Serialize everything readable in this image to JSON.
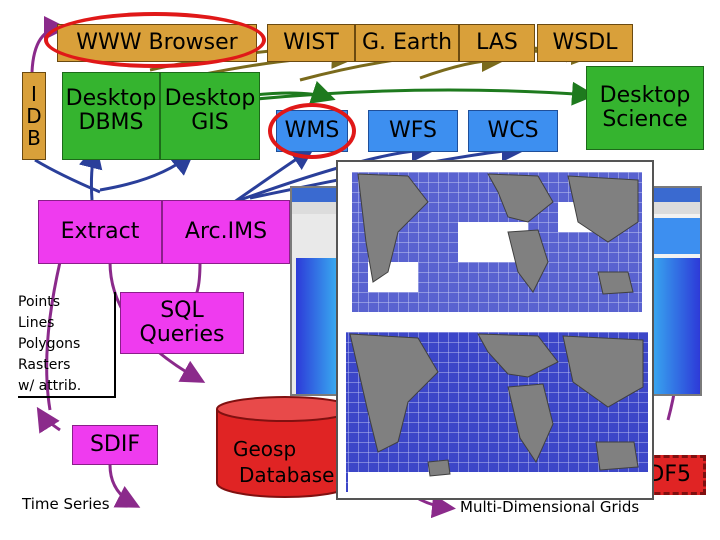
{
  "clients": {
    "www_browser": "WWW Browser",
    "wist": "WIST",
    "google_earth": "G. Earth",
    "las": "LAS",
    "wsdl": "WSDL"
  },
  "idb": {
    "line1": "I",
    "line2": "D",
    "line3": "B"
  },
  "desktop_dbms": {
    "line1": "Desktop",
    "line2": "DBMS"
  },
  "desktop_gis": {
    "line1": "Desktop",
    "line2": "GIS"
  },
  "services": {
    "wms": "WMS",
    "wfs": "WFS",
    "wcs": "WCS"
  },
  "desktop_science": {
    "line1": "Desktop",
    "line2": "Science"
  },
  "extract": "Extract",
  "arcims": "Arc.IMS",
  "feature_types": [
    "Points",
    "Lines",
    "Polygons",
    "Rasters",
    "w/ attrib."
  ],
  "sql_queries": {
    "line1": "SQL",
    "line2": "Queries"
  },
  "sdif": "SDIF",
  "time_series": "Time Series",
  "geospatial_db": {
    "line1": "Geosp",
    "line2": "Database"
  },
  "hdf5_partial": "DF5",
  "multi_dim": "Multi-Dimensional Grids",
  "colors": {
    "client": "#d9a03a",
    "green": "#35b42f",
    "blue": "#3d8ff0",
    "pink": "#ef3bef",
    "red": "#e02424",
    "arrow_purple": "#8b2a8b",
    "arrow_olive": "#7a6a1c",
    "arrow_green": "#1e7a1e",
    "arrow_blue": "#2a3f9a",
    "highlight_red": "#e01818"
  }
}
